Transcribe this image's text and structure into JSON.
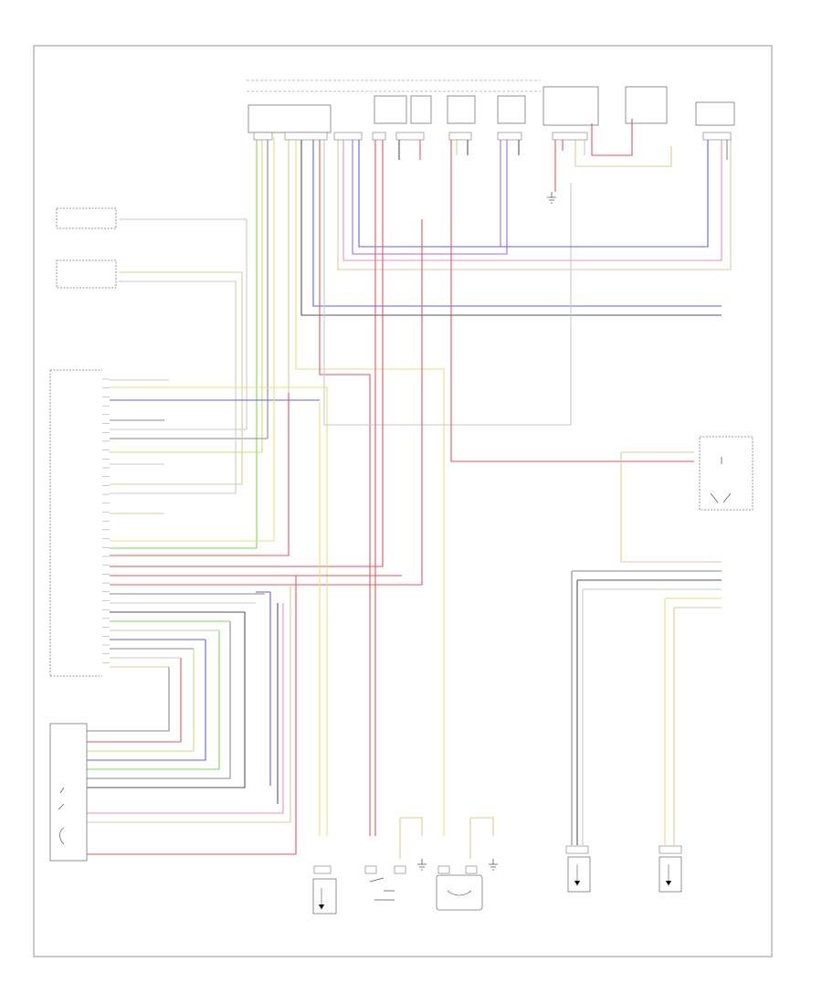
{
  "frame_id": "",
  "colors": {
    "green": "#7ed957",
    "lime": "#c5e36e",
    "yellow": "#e8e07a",
    "tan": "#d9cc9a",
    "red": "#e9535e",
    "pink": "#ef8fb5",
    "blue": "#5f5ff0",
    "violet": "#9a6cf0",
    "gray": "#8a8a8a",
    "dark": "#555555",
    "ltgray": "#c9c9c9"
  },
  "components": [
    {
      "id": "top-sensor-1",
      "lines": [
        "",
        "",
        "",
        "",
        ""
      ]
    },
    {
      "id": "top-sensor-2",
      "lines": [
        "",
        ""
      ]
    },
    {
      "id": "top-sensor-3",
      "lines": [
        "",
        ""
      ]
    },
    {
      "id": "top-sensor-4",
      "lines": [
        "",
        ""
      ]
    },
    {
      "id": "top-module-5",
      "lines": [
        "",
        ""
      ]
    },
    {
      "id": "top-motor-6",
      "lines": [
        ""
      ]
    },
    {
      "id": "top-transducer-7",
      "lines": [
        "",
        "",
        "",
        ""
      ]
    },
    {
      "id": "switch-upper",
      "lines": [
        "",
        ""
      ]
    },
    {
      "id": "switch-lower",
      "lines": [
        "",
        "",
        ""
      ]
    },
    {
      "id": "control-module",
      "lines": [
        "",
        ""
      ]
    },
    {
      "id": "motor-assembly",
      "lines": [
        "",
        "",
        ""
      ]
    },
    {
      "id": "bottom-sensor-1",
      "lines": [
        "",
        "",
        ""
      ]
    },
    {
      "id": "bottom-switch-2",
      "lines": [
        "",
        ""
      ]
    },
    {
      "id": "bottom-fan-3",
      "lines": [
        "",
        ""
      ]
    },
    {
      "id": "bottom-sensor-4",
      "lines": [
        "",
        "",
        "",
        ""
      ]
    },
    {
      "id": "bottom-sensor-5",
      "lines": [
        "",
        "",
        "",
        ""
      ]
    },
    {
      "id": "right-sensor",
      "lines": [
        "",
        "",
        ""
      ]
    }
  ],
  "module_pin_labels": [
    "",
    "",
    "",
    "",
    "",
    "",
    "",
    "",
    "",
    "",
    "",
    "",
    "",
    "",
    "",
    "",
    "",
    "",
    "",
    "",
    "",
    "",
    "",
    "",
    "",
    "",
    "",
    "",
    "",
    "",
    "",
    "",
    ""
  ],
  "right_edge_labels": [
    "",
    ""
  ]
}
